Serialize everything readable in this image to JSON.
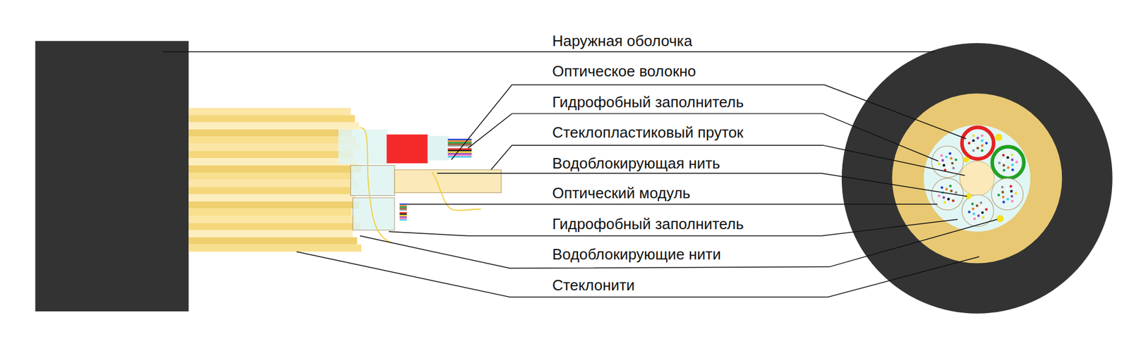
{
  "diagram": {
    "labels": [
      "Наружная оболочка",
      "Оптическое волокно",
      "Гидрофобный заполнитель",
      "Стеклопластиковый пруток",
      "Водоблокирующая нить",
      "Оптический модуль",
      "Гидрофобный заполнитель",
      "Водоблокирующие нити",
      "Стеклонити"
    ]
  }
}
